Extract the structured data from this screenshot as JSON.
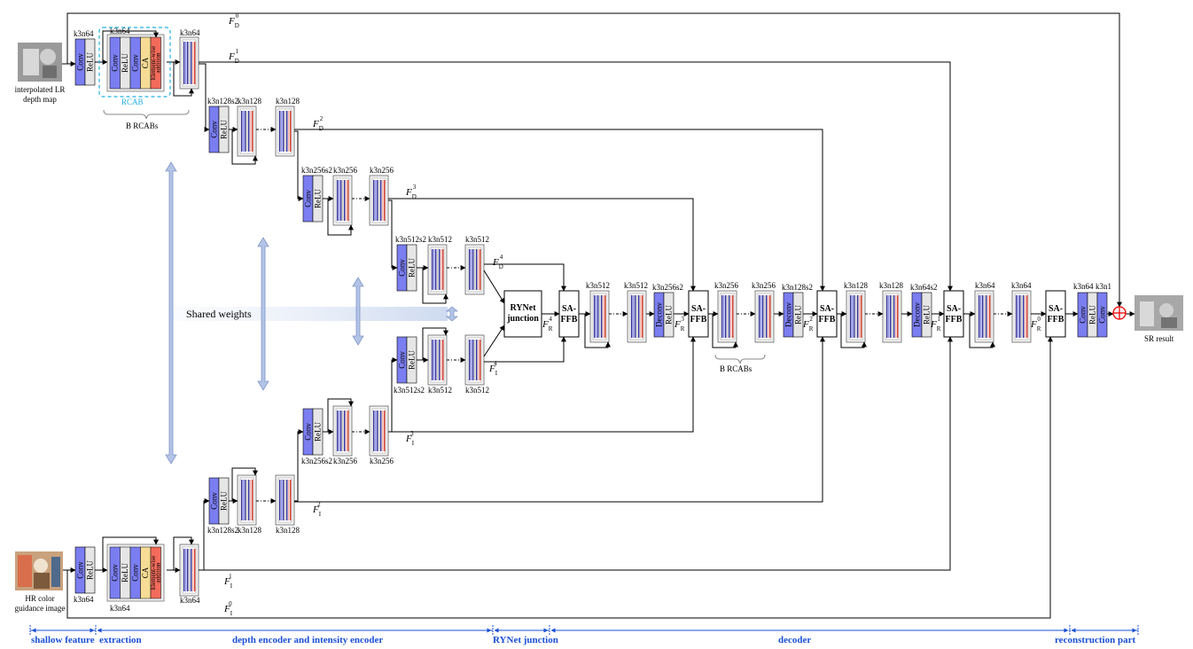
{
  "inputs": {
    "depth_label": [
      "interpolated LR",
      "depth map"
    ],
    "color_label": [
      "HR color",
      "guidance image"
    ],
    "output_label": "SR result"
  },
  "layer_labels": {
    "conv": "Conv",
    "relu": "ReLU",
    "ca": "CA",
    "ew": "Element-wise",
    "ew2": "addition",
    "deconv": "Deconv",
    "sa1": "SA-",
    "sa2": "FFB",
    "ry1": "RYNet",
    "ry2": "junction"
  },
  "kernels": {
    "k3n64": "k3n64",
    "k3n128s2": "k3n128s2",
    "k3n128": "k3n128",
    "k3n256s2": "k3n256s2",
    "k3n256": "k3n256",
    "k3n512s2": "k3n512s2",
    "k3n512": "k3n512",
    "k3n64s2": "k3n64s2",
    "k3n1": "k3n1"
  },
  "annotations": {
    "rcab": "RCAB",
    "b_rcabs_top": "B  RCABs",
    "b_rcabs_bottom": "B  RCABs",
    "shared_weights": "Shared weights"
  },
  "features": {
    "F": "F",
    "D": "D",
    "I": "I",
    "R": "R",
    "s0": "0",
    "s1": "1",
    "s2": "2",
    "s3": "3",
    "s4": "4"
  },
  "sections": {
    "shallow1": "shallow feature",
    "shallow2": "extraction",
    "encoder": "depth encoder and intensity encoder",
    "junction": "RYNet junction",
    "decoder": "decoder",
    "reconstruction": "reconstruction part"
  },
  "colors": {
    "conv": "#7b7ef0",
    "relu": "#e6e6e6",
    "ca": "#f7dc95",
    "ew": "#f26b5b",
    "section": "#1a4fd6",
    "shared": "#aabbe0",
    "rcab_border": "#22b0e0"
  }
}
